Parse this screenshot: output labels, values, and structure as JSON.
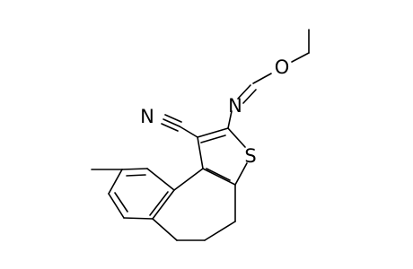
{
  "atoms": {
    "n_nitrile": "N",
    "n_imine": "N",
    "s_thiophene": "S",
    "o_ether": "O"
  }
}
